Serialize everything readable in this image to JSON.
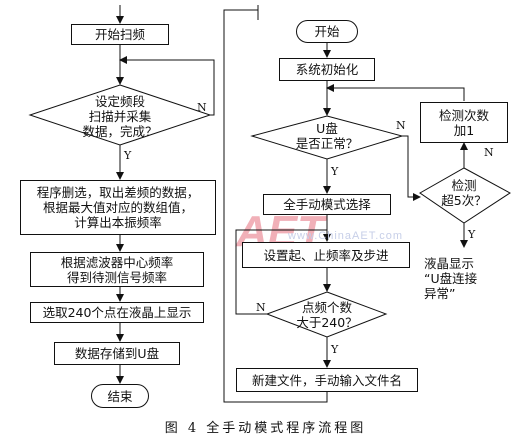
{
  "left": {
    "start_scan": "开始扫频",
    "decision": "设定频段\n扫描并采集\n数据，完成？",
    "process": "程序删选，取出差频的数据，\n根据最大值对应的数组值，\n计算出本振频率",
    "filter": "根据滤波器中心频率\n得到待测信号频率",
    "select240": "选取240个点在液晶上显示",
    "store": "数据存储到U盘",
    "end": "结束",
    "no": "N",
    "yes": "Y"
  },
  "right": {
    "start": "开始",
    "init": "系统初始化",
    "udisk": "U盘\n是否正常？",
    "count": "检测次数\n加1",
    "detect5": "检测\n超5次？",
    "lcd": "液晶显示\n“U盘连接\n异常”",
    "manual": "全手动模式选择",
    "setfreq": "设置起、止频率及步进",
    "points": "点频个数\n大于240？",
    "newfile": "新建文件，手动输入文件名",
    "no1": "N",
    "yes1": "Y",
    "no2": "N",
    "yes2": "Y",
    "no3": "N",
    "yes3": "Y"
  },
  "watermark": {
    "logo": "AET",
    "site": "www.ChinaAET.com"
  },
  "caption": "图 4   全手动模式程序流程图"
}
